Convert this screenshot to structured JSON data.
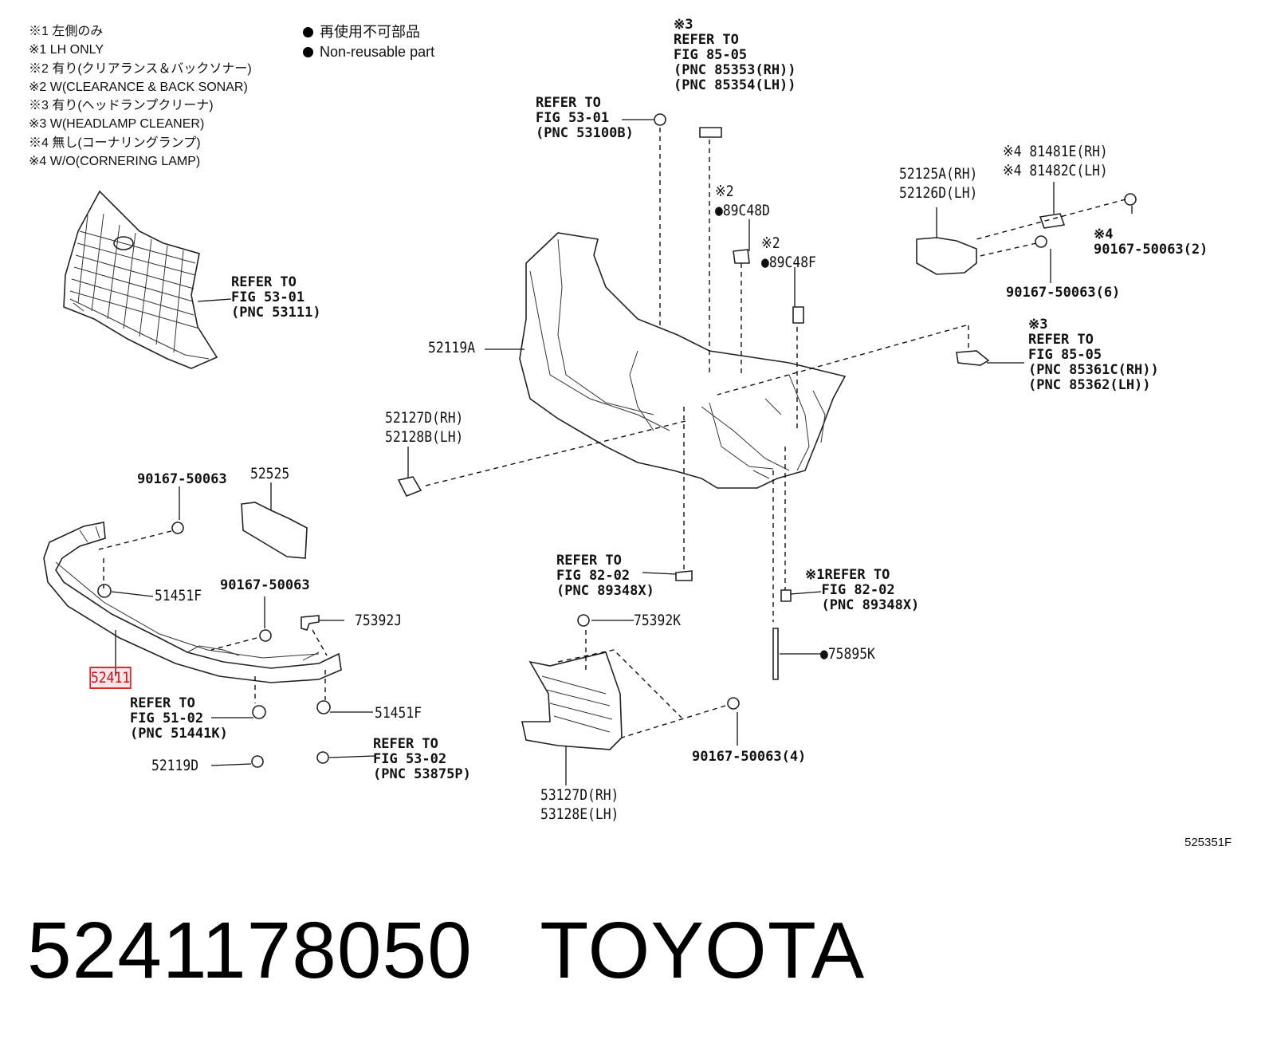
{
  "notes": [
    "※1 左側のみ",
    "※1 LH ONLY",
    "※2 有り(クリアランス＆バックソナー)",
    "※2 W(CLEARANCE & BACK SONAR)",
    "※3 有り(ヘッドランプクリーナ)",
    "※3 W(HEADLAMP CLEANER)",
    "※4 無し(コーナリングランプ)",
    "※4 W/O(CORNERING LAMP)"
  ],
  "legend": {
    "jp": "再使用不可部品",
    "en": "Non-reusable part"
  },
  "labels": {
    "l01": "※3\nREFER TO\nFIG 85-05\n(PNC 85353(RH))\n(PNC 85354(LH))",
    "l02": "REFER TO\nFIG 53-01\n(PNC 53100B)",
    "l03": "※2\n●89C48D",
    "l04": "※2\n●89C48F",
    "l05": "52125A(RH)\n52126D(LH)",
    "l06": "※4 81481E(RH)\n※4 81482C(LH)",
    "l07": "※4\n90167-50063(2)",
    "l08": "90167-50063(6)",
    "l09": "REFER TO\nFIG 53-01\n(PNC 53111)",
    "l10": "52119A",
    "l11": "※3\nREFER TO\nFIG 85-05\n(PNC 85361C(RH))\n(PNC 85362(LH))",
    "l12": "52127D(RH)\n52128B(LH)",
    "l13": "90167-50063",
    "l14": "52525",
    "l15": "51451F",
    "l16": "90167-50063",
    "l17": "75392J",
    "l18": "REFER TO\nFIG 82-02\n(PNC 89348X)",
    "l19": "※1REFER TO\n  FIG 82-02\n  (PNC 89348X)",
    "l20": "75392K",
    "l21": "●75895K",
    "l22": "52411",
    "l23": "REFER TO\nFIG 51-02\n(PNC 51441K)",
    "l24": "51451F",
    "l25": "REFER TO\nFIG 53-02\n(PNC 53875P)",
    "l26": "52119D",
    "l27": "90167-50063(4)",
    "l28": "53127D(RH)\n53128E(LH)"
  },
  "figure_id": "525351F",
  "part_number": "5241178050",
  "brand": "TOYOTA"
}
